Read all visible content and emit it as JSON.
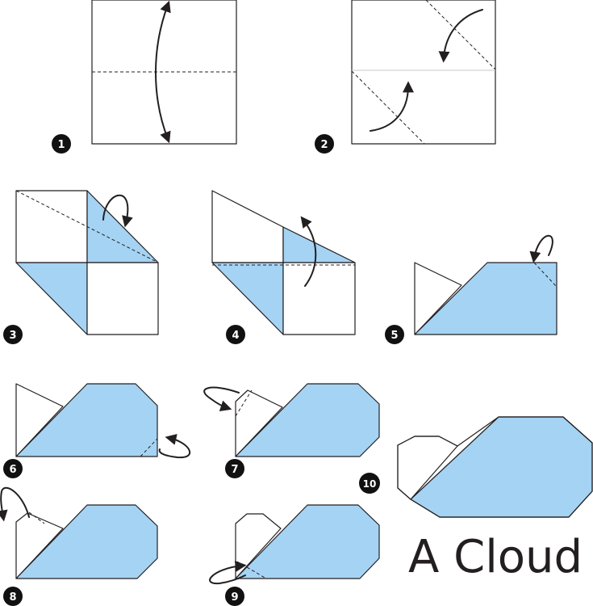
{
  "diagram": {
    "title": "A Cloud",
    "colors": {
      "paper_blue": "#a5d3f3",
      "paper_white": "#ffffff",
      "line": "#231f20"
    },
    "steps": [
      {
        "number": "1"
      },
      {
        "number": "2"
      },
      {
        "number": "3"
      },
      {
        "number": "4"
      },
      {
        "number": "5"
      },
      {
        "number": "6"
      },
      {
        "number": "7"
      },
      {
        "number": "8"
      },
      {
        "number": "9"
      },
      {
        "number": "10"
      }
    ]
  }
}
